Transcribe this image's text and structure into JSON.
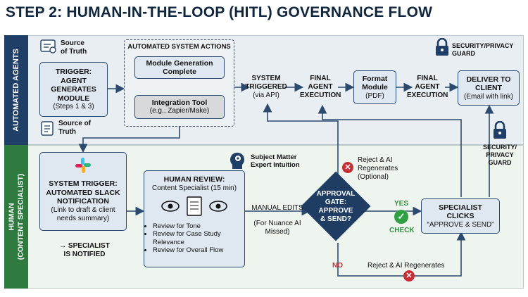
{
  "title": "STEP 2: HUMAN-IN-THE-LOOP (HITL) GOVERNANCE FLOW",
  "lanes": {
    "top": "AUTOMATED AGENTS",
    "bottom_line1": "HUMAN",
    "bottom_line2": "(CONTENT SPECIALIST)"
  },
  "source_truth_top": {
    "line1": "Source",
    "line2": "of Truth"
  },
  "source_truth_bottom": {
    "line1": "Source of",
    "line2": "Truth"
  },
  "trigger": {
    "line1": "TRIGGER:",
    "line2": "AGENT",
    "line3": "GENERATES",
    "line4": "MODULE",
    "sub": "(Steps 1 & 3)"
  },
  "automated_actions": {
    "header": "AUTOMATED SYSTEM ACTIONS",
    "module_gen_line1": "Module Generation",
    "module_gen_line2": "Complete",
    "integration_title": "Integration Tool",
    "integration_sub": "(e.g., Zapier/Make)"
  },
  "system_triggered": {
    "line1": "SYSTEM",
    "line2": "TRIGGERED",
    "sub": "(via API)"
  },
  "final_exec_1": {
    "line1": "FINAL",
    "line2": "AGENT",
    "line3": "EXECUTION"
  },
  "format_module": {
    "line1": "Format",
    "line2": "Module",
    "sub": "(PDF)"
  },
  "final_exec_2": {
    "line1": "FINAL",
    "line2": "AGENT",
    "line3": "EXECUTION"
  },
  "deliver": {
    "line1": "DELIVER TO",
    "line2": "CLIENT",
    "sub": "(Email with link)"
  },
  "security_top": {
    "line1": "SECURITY/PRIVACY",
    "line2": "GUARD"
  },
  "security_mid": {
    "line1": "SECURITY/",
    "line2": "PRIVACY",
    "line3": "GUARD"
  },
  "slack": {
    "line1": "SYSTEM TRIGGER:",
    "line2": "AUTOMATED SLACK",
    "line3": "NOTIFICATION",
    "sub1": "(Link to draft & client",
    "sub2": "needs summary)"
  },
  "notified": {
    "line1": "→ SPECIALIST",
    "line2": "IS NOTIFIED"
  },
  "sme": {
    "line1": "Subject Matter",
    "line2": "Expert Intuition"
  },
  "review": {
    "title": "HUMAN REVIEW:",
    "sub": "Content Specialist (15 min)",
    "items": [
      "Review for Tone",
      "Review for Case Study Relevance",
      "Review for Overall Flow"
    ]
  },
  "manual_edits": {
    "title": "MANUAL EDITS",
    "sub1": "(For Nuance AI",
    "sub2": "Missed)"
  },
  "gate": {
    "line1": "APPROVAL",
    "line2": "GATE:",
    "line3": "APPROVE",
    "line4": "& SEND?"
  },
  "yes": "YES",
  "check": "CHECK",
  "no": "NO",
  "reject_optional": {
    "line1": "Reject & AI",
    "line2": "Regenerates",
    "line3": "(Optional)"
  },
  "reject_bottom": "Reject & AI Regenerates",
  "specialist_clicks": {
    "line1": "SPECIALIST",
    "line2": "CLICKS",
    "sub": "“APPROVE & SEND”"
  },
  "colors": {
    "navy": "#1f3f68",
    "green": "#2f7b3f",
    "red": "#c62f35",
    "check_green": "#2fa043"
  }
}
